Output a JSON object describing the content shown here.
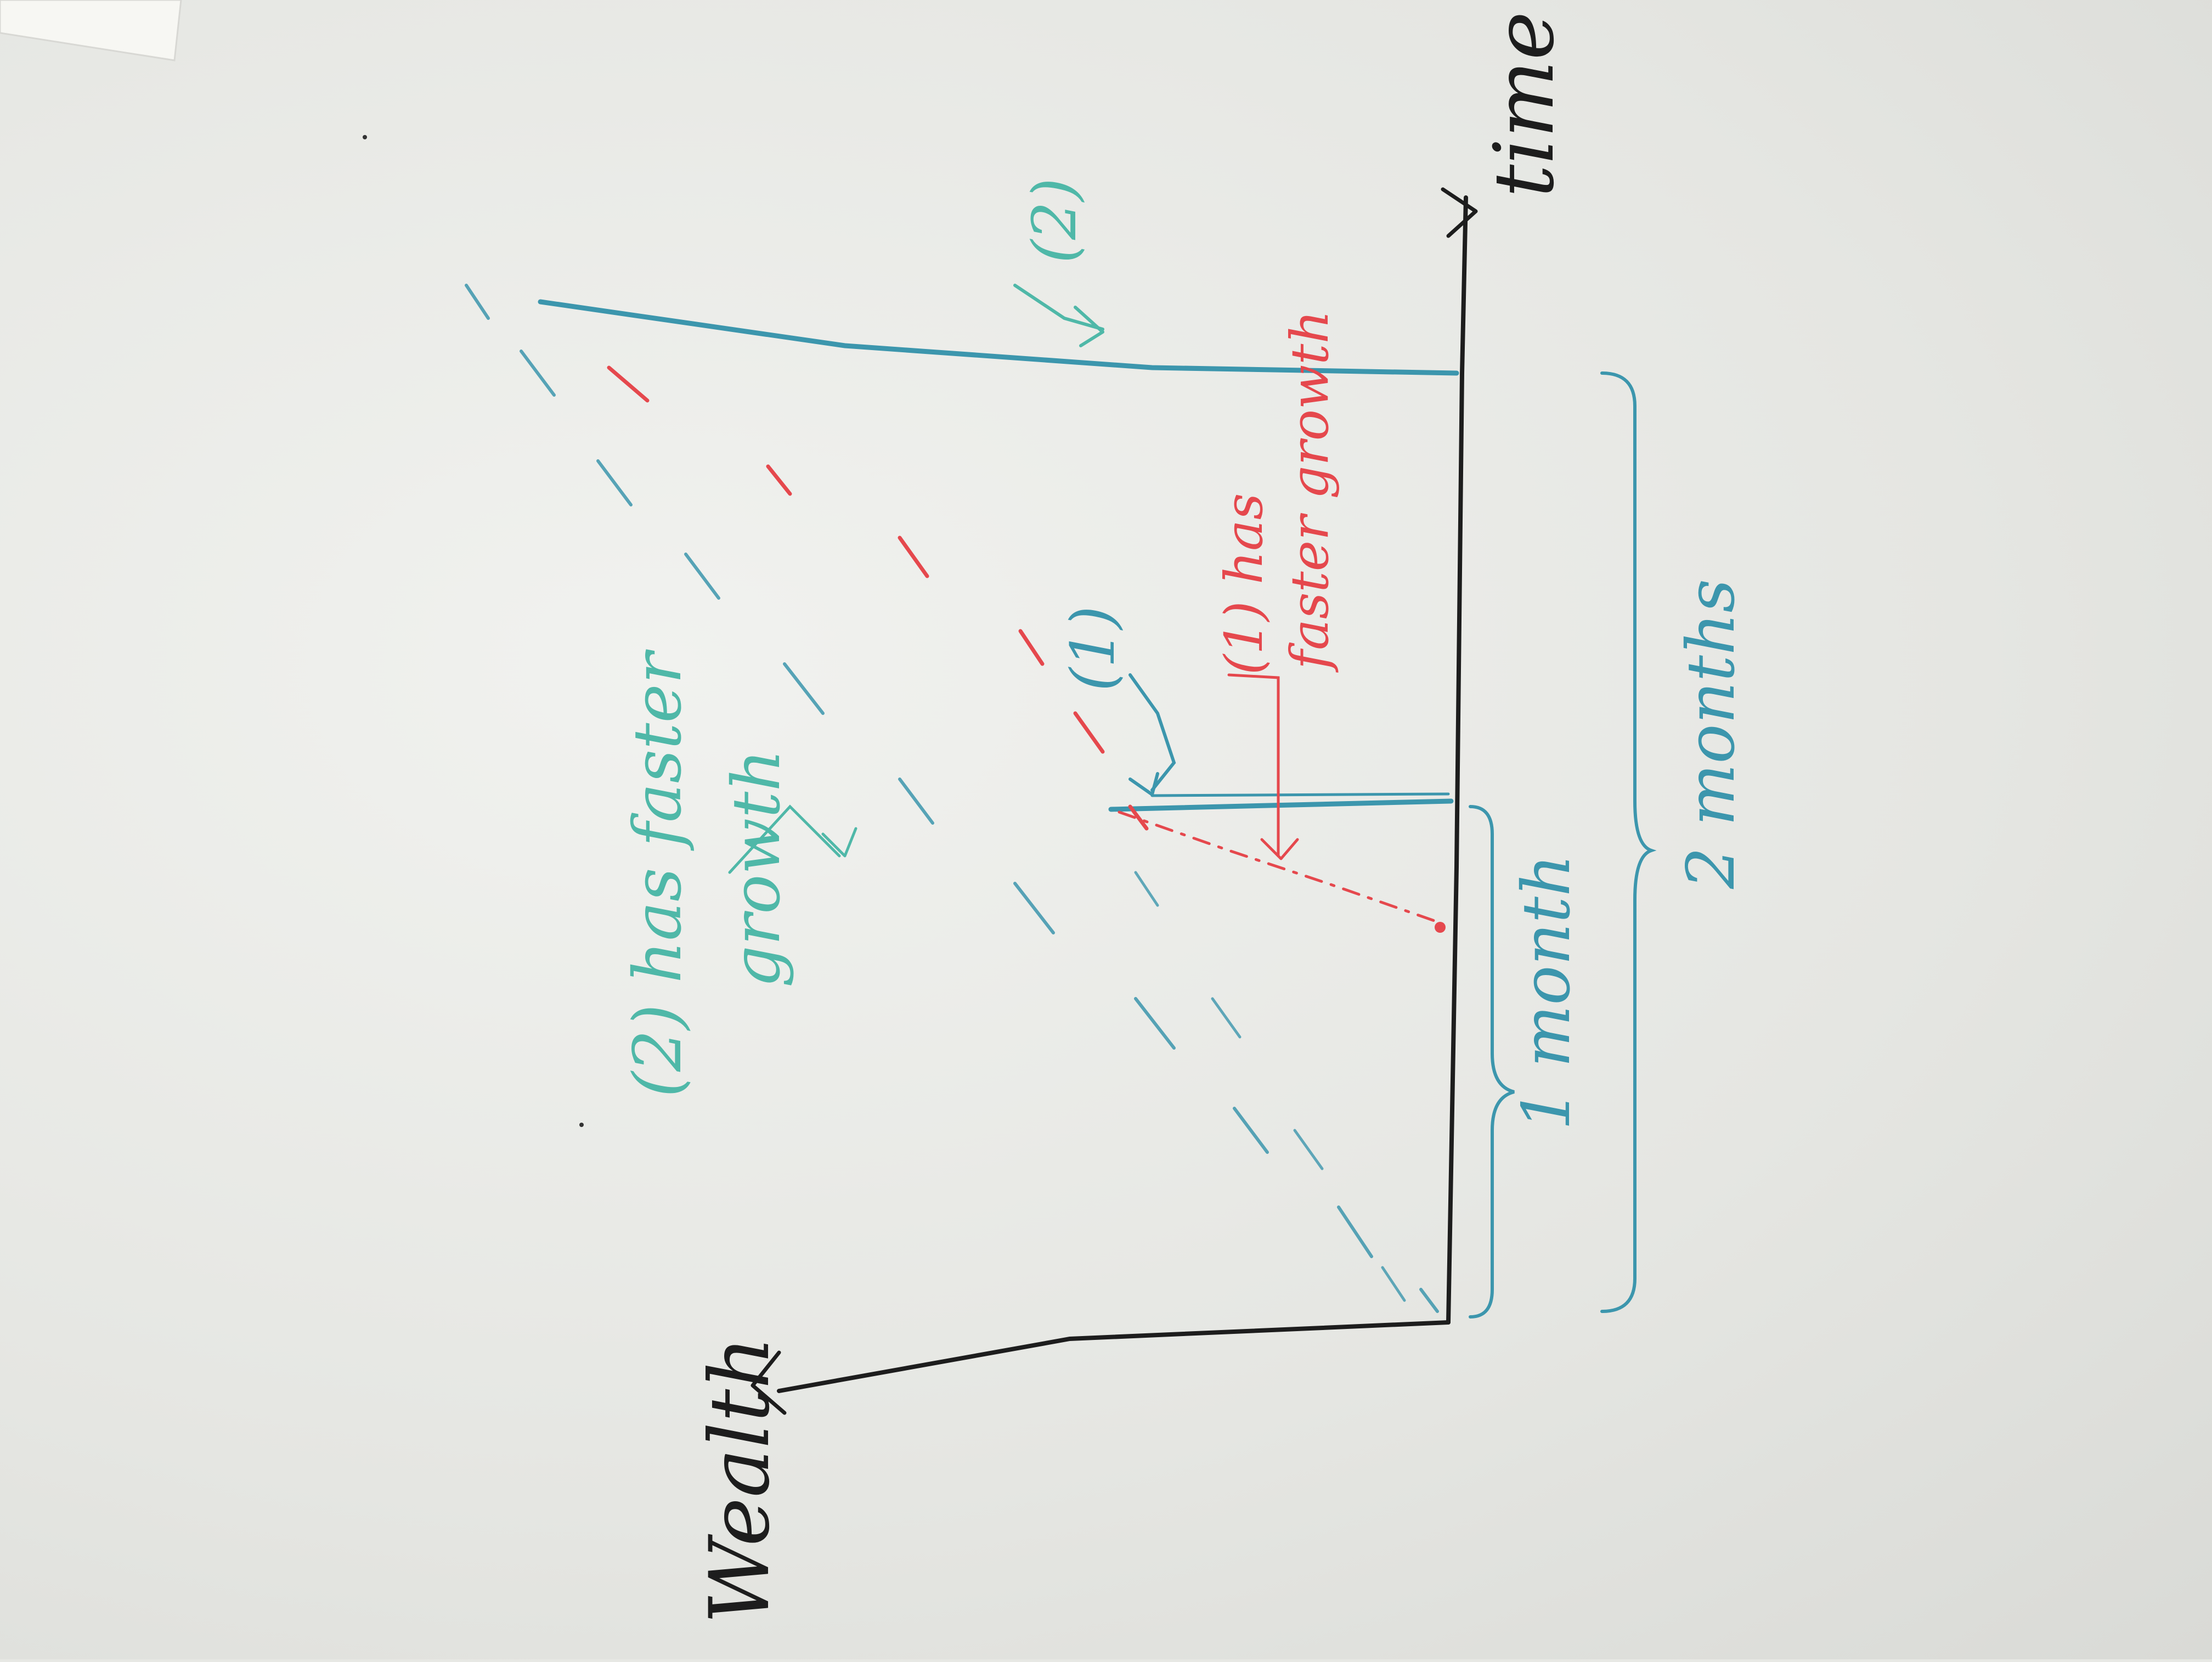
{
  "diagram": {
    "axis_y_label": "Wealth",
    "axis_x_label": "time",
    "label_line_1": "(1)",
    "label_line_2": "(2)",
    "teal_note_line1": "(2) has faster",
    "teal_note_line2": "growth",
    "red_note_line1": "(1) has",
    "red_note_line2": "faster growth",
    "brace_short_label": "1 month",
    "brace_long_label": "2 months"
  },
  "colors": {
    "black": "#1d1d1d",
    "teal": "#4fb8a8",
    "blue": "#3c96ad",
    "red": "#e5484d"
  }
}
